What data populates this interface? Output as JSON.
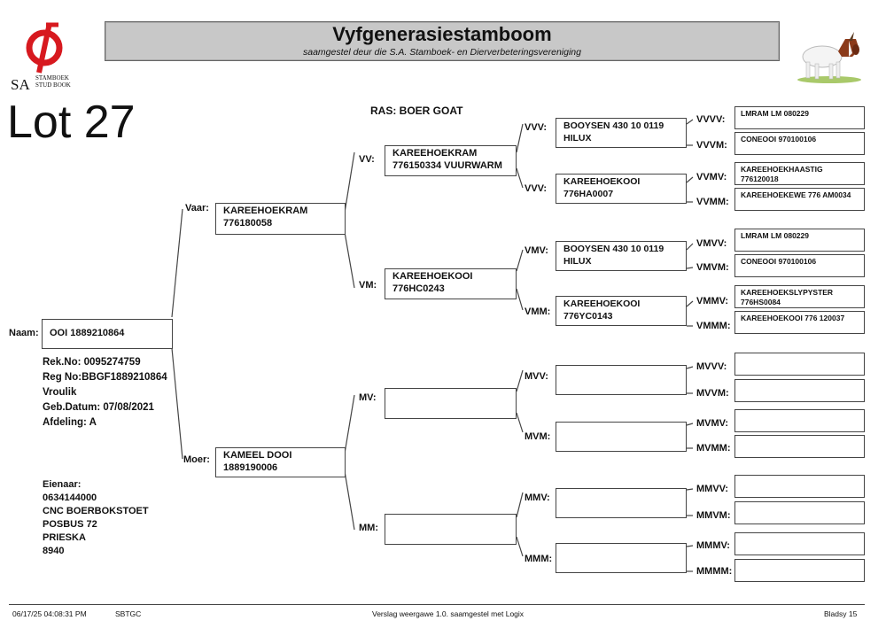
{
  "header": {
    "title": "Vyfgenerasiestamboom",
    "subtitle": "saamgestel deur die S.A. Stamboek- en Dierverbeteringsvereniging"
  },
  "logo": {
    "sa": "SA",
    "line1": "STAMBOEK",
    "line2": "STUD BOOK"
  },
  "lot": "Lot 27",
  "breed": "RAS: BOER GOAT",
  "animal": {
    "label": "Naam:",
    "name": "OOI 1889210864",
    "rek": "Rek.No: 0095274759",
    "reg": "Reg No:BBGF1889210864",
    "sex": "Vroulik",
    "birth": "Geb.Datum: 07/08/2021",
    "section": "Afdeling: A"
  },
  "owner": {
    "title": "Eienaar:",
    "id": "0634144000",
    "farm": "CNC BOERBOKSTOET",
    "box": "POSBUS 72",
    "town": "PRIESKA",
    "code": "8940"
  },
  "gen1": {
    "vaar": {
      "label": "Vaar:",
      "l1": "KAREEHOEKRAM",
      "l2": "776180058"
    },
    "moer": {
      "label": "Moer:",
      "l1": "KAMEEL DOOI",
      "l2": "1889190006"
    }
  },
  "gen2": {
    "vv": {
      "label": "VV:",
      "l1": "KAREEHOEKRAM",
      "l2": "776150334 VUURWARM"
    },
    "vm": {
      "label": "VM:",
      "l1": "KAREEHOEKOOI",
      "l2": "776HC0243"
    },
    "mv": {
      "label": "MV:",
      "l1": "",
      "l2": ""
    },
    "mm": {
      "label": "MM:",
      "l1": "",
      "l2": ""
    }
  },
  "gen3": {
    "vvv": {
      "label": "VVV:",
      "l1": "BOOYSEN 430 10 0119",
      "l2": "HILUX"
    },
    "vvm": {
      "label": "VVV:",
      "l1": "KAREEHOEKOOI",
      "l2": "776HA0007"
    },
    "vmv": {
      "label": "VMV:",
      "l1": "BOOYSEN 430 10 0119",
      "l2": "HILUX"
    },
    "vmm": {
      "label": "VMM:",
      "l1": "KAREEHOEKOOI",
      "l2": "776YC0143"
    },
    "mvv": {
      "label": "MVV:",
      "l1": "",
      "l2": ""
    },
    "mvm": {
      "label": "MVM:",
      "l1": "",
      "l2": ""
    },
    "mmv": {
      "label": "MMV:",
      "l1": "",
      "l2": ""
    },
    "mmm": {
      "label": "MMM:",
      "l1": "",
      "l2": ""
    }
  },
  "gen4": {
    "vvvv": {
      "label": "VVVV:",
      "l1": "LMRAM LM 080229",
      "l2": ""
    },
    "vvvm": {
      "label": "VVVM:",
      "l1": "CONEOOI 970100106",
      "l2": ""
    },
    "vvmv": {
      "label": "VVMV:",
      "l1": "KAREEHOEKHAASTIG",
      "l2": "776120018"
    },
    "vvmm": {
      "label": "VVMM:",
      "l1": "KAREEHOEKEWE 776 AM0034",
      "l2": ""
    },
    "vmvv": {
      "label": "VMVV:",
      "l1": "LMRAM LM 080229",
      "l2": ""
    },
    "vmvm": {
      "label": "VMVM:",
      "l1": "CONEOOI 970100106",
      "l2": ""
    },
    "vmmv": {
      "label": "VMMV:",
      "l1": "KAREEHOEKSLYPYSTER",
      "l2": "776HS0084"
    },
    "vmmm": {
      "label": "VMMM:",
      "l1": "KAREEHOEKOOI 776 120037",
      "l2": ""
    },
    "mvvv": {
      "label": "MVVV:",
      "l1": "",
      "l2": ""
    },
    "mvvm": {
      "label": "MVVM:",
      "l1": "",
      "l2": ""
    },
    "mvmv": {
      "label": "MVMV:",
      "l1": "",
      "l2": ""
    },
    "mvmm": {
      "label": "MVMM:",
      "l1": "",
      "l2": ""
    },
    "mmvv": {
      "label": "MMVV:",
      "l1": "",
      "l2": ""
    },
    "mmvm": {
      "label": "MMVM:",
      "l1": "",
      "l2": ""
    },
    "mmmv": {
      "label": "MMMV:",
      "l1": "",
      "l2": ""
    },
    "mmmm": {
      "label": "MMMM:",
      "l1": "",
      "l2": ""
    }
  },
  "footer": {
    "datetime": "06/17/25 04:08:31 PM",
    "code": "SBTGC",
    "version": "Verslag weergawe 1.0. saamgestel met Logix",
    "page": "Bladsy 15"
  },
  "colors": {
    "logo_red": "#d7191f",
    "header_grey": "#c8c8c8",
    "line": "#444444"
  }
}
